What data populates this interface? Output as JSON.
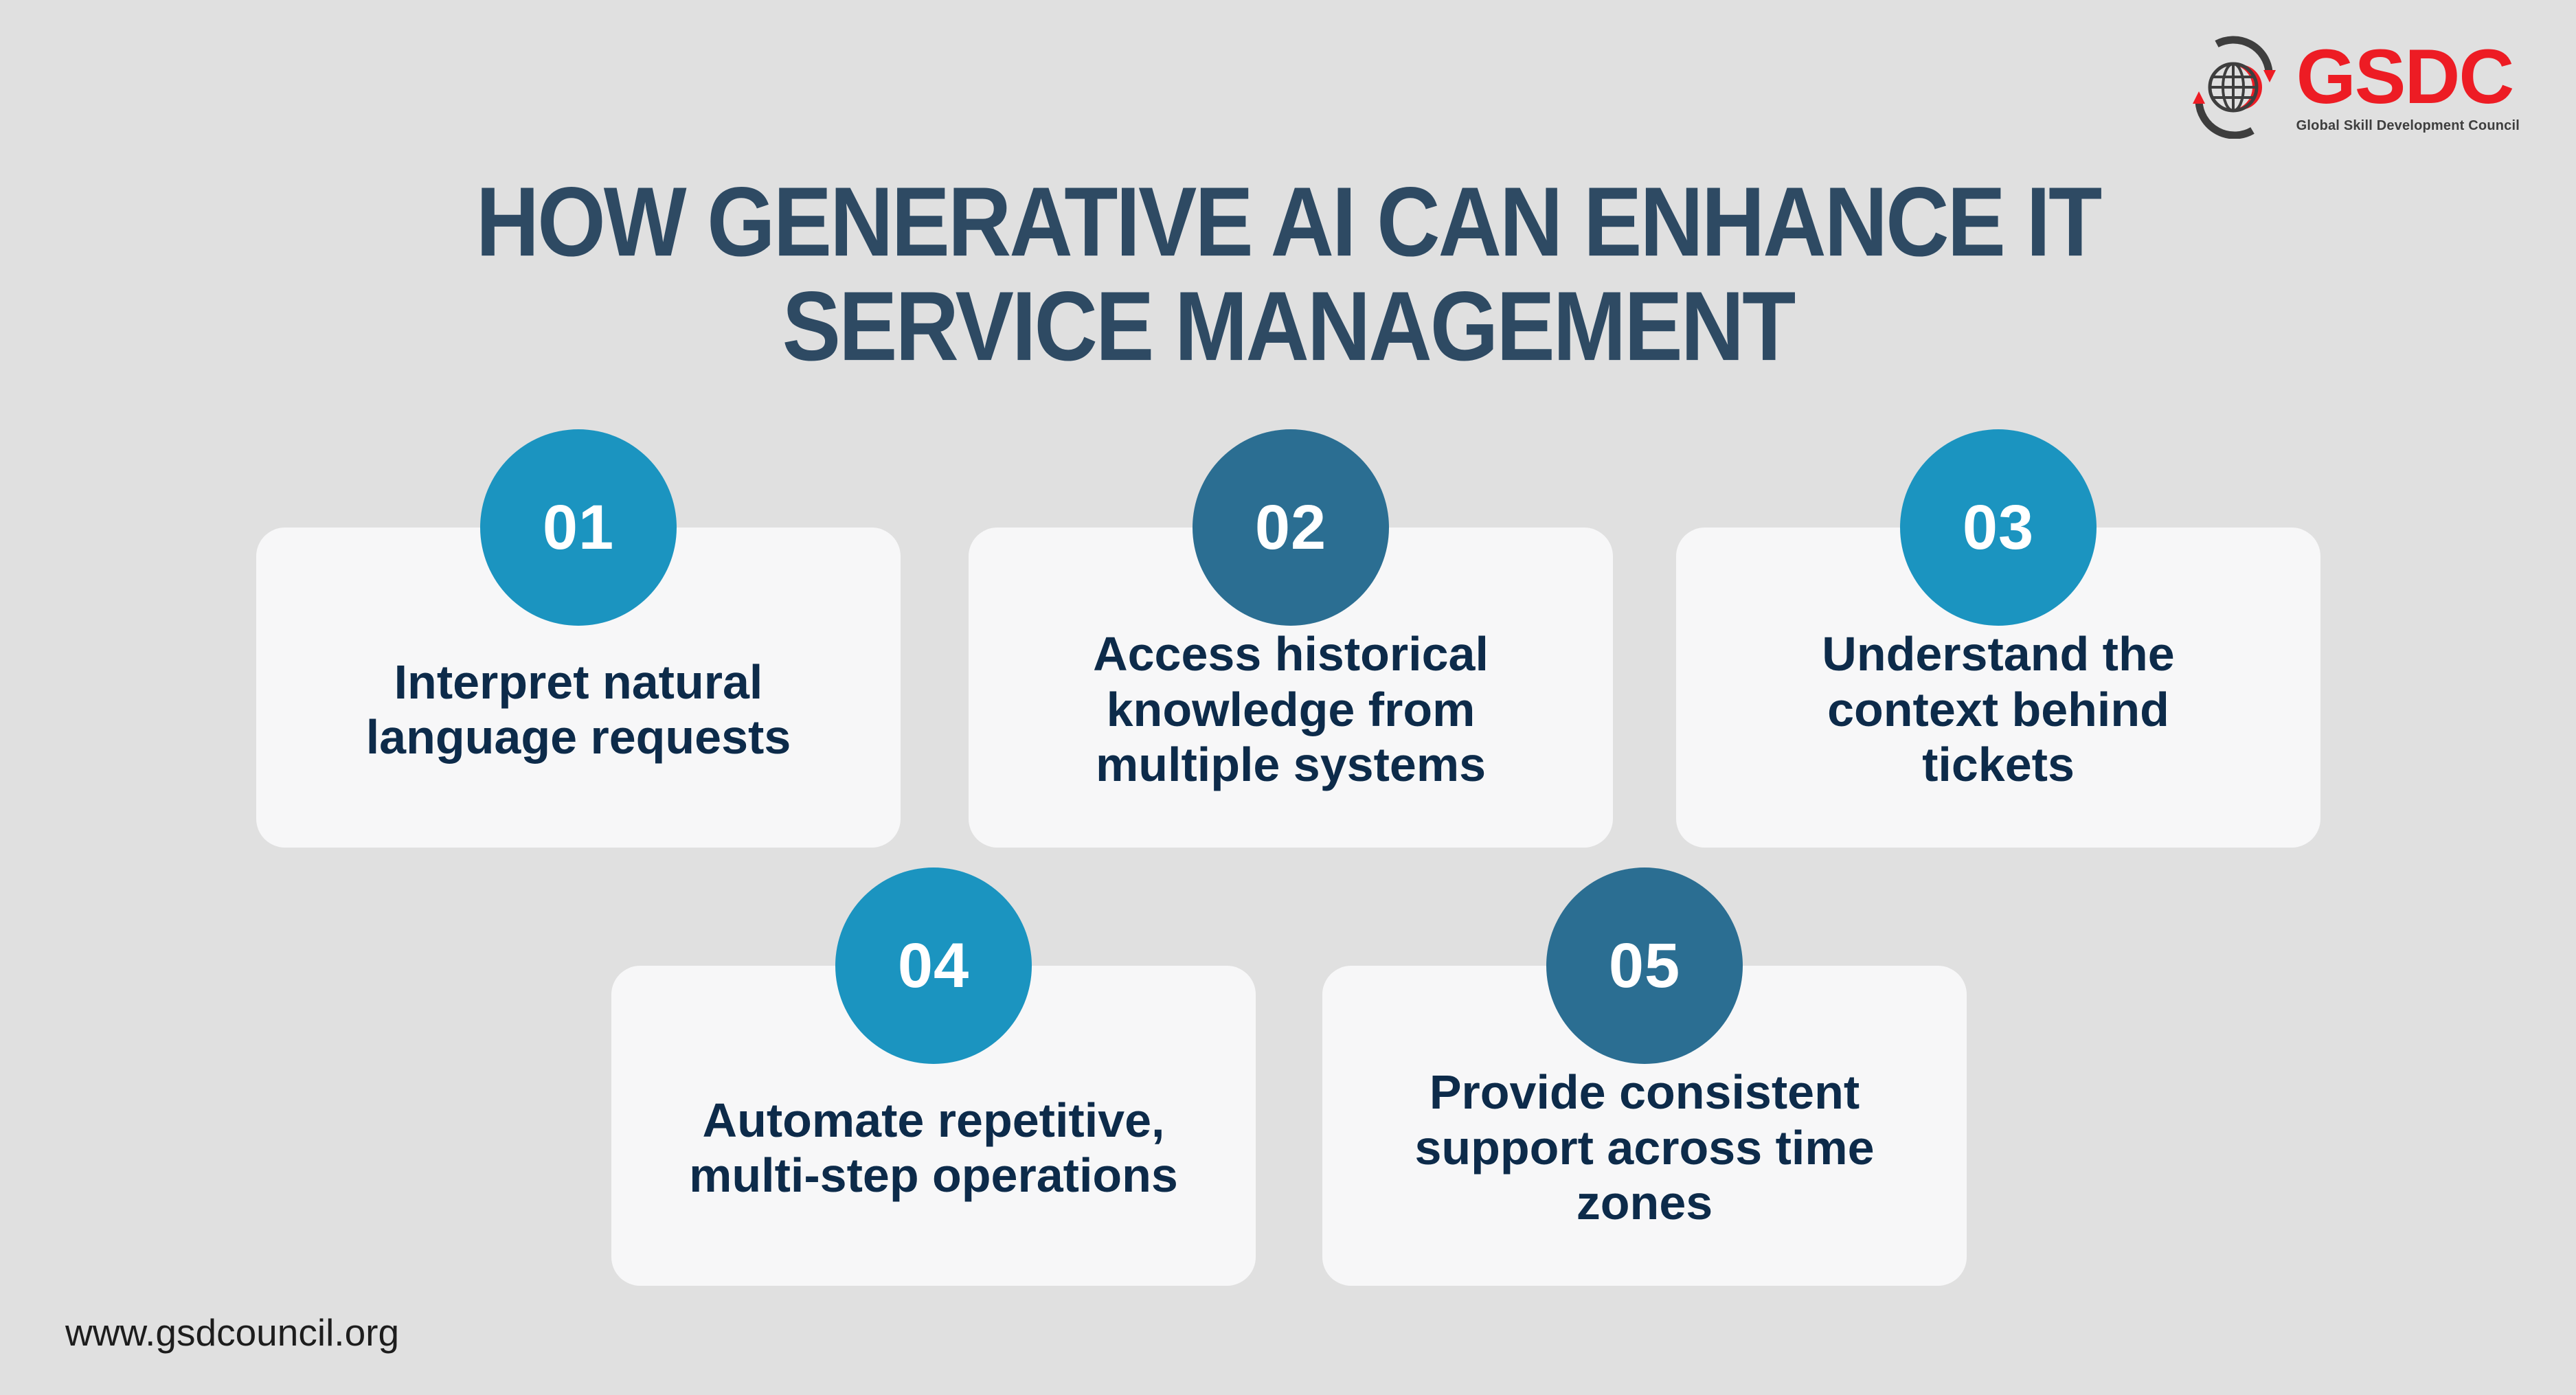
{
  "page": {
    "background": "#e0e0e0",
    "footer_url": "www.gsdcouncil.org"
  },
  "logo": {
    "brand": "GSDC",
    "tagline": "Global Skill Development Council",
    "brand_color": "#ed1c24",
    "icon": "globe-with-rotation-arrows",
    "icon_color": "#3e3e3e",
    "icon_accent_color": "#ed1c24"
  },
  "title": {
    "line1": "HOW GENERATIVE AI CAN ENHANCE IT",
    "line2": "SERVICE MANAGEMENT",
    "color": "#2e4a63"
  },
  "colors": {
    "card_background": "#f7f7f8",
    "card_text": "#0d2b4a",
    "circle_teal": "#1b94c0",
    "circle_dark_blue": "#2b6e92",
    "circle_number_text": "#ffffff"
  },
  "cards": [
    {
      "number": "01",
      "label": "Interpret natural language requests",
      "circle_color": "#1b94c0"
    },
    {
      "number": "02",
      "label": "Access historical knowledge from multiple systems",
      "circle_color": "#2b6e92"
    },
    {
      "number": "03",
      "label": "Understand the context behind tickets",
      "circle_color": "#1b94c0"
    },
    {
      "number": "04",
      "label": "Automate repetitive, multi-step operations",
      "circle_color": "#1b94c0"
    },
    {
      "number": "05",
      "label": "Provide consistent support across time zones",
      "circle_color": "#2b6e92"
    }
  ]
}
